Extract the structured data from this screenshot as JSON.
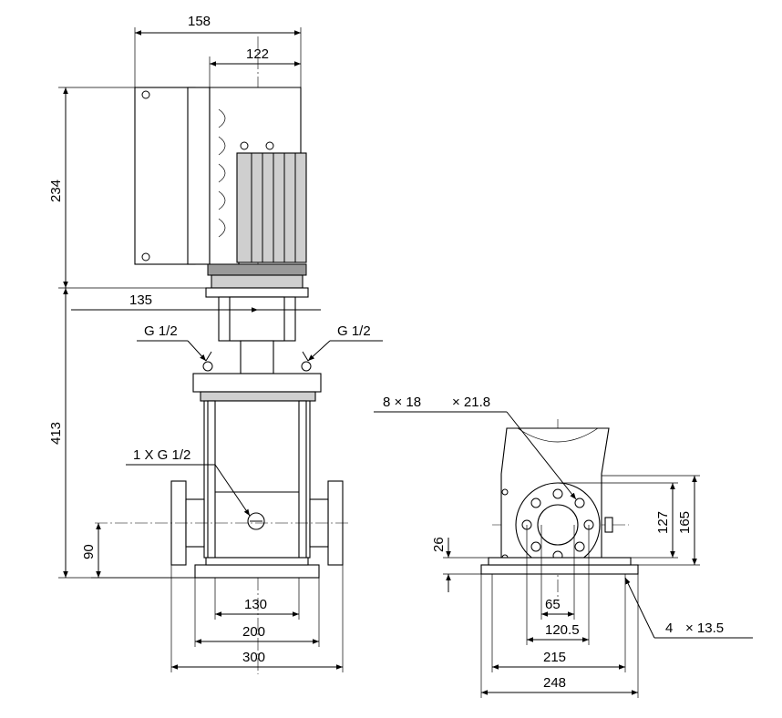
{
  "dimensions": {
    "motor_width": "158",
    "motor_offset": "122",
    "motor_height": "234",
    "motor_shaft_offset": "135",
    "pump_height": "413",
    "port_height": "90",
    "base_130": "130",
    "base_200": "200",
    "base_300": "300",
    "flange_26": "26",
    "flange_127": "127",
    "flange_165": "165",
    "flange_65": "65",
    "flange_120_5": "120.5",
    "base_215": "215",
    "base_248": "248"
  },
  "callouts": {
    "vent_left": "G 1/2",
    "vent_right": "G 1/2",
    "drain": "1 X G 1/2",
    "flange_holes_a": "8 × 18",
    "flange_holes_b": "× 21.8",
    "base_holes_a": "4",
    "base_holes_b": "× 13.5"
  }
}
